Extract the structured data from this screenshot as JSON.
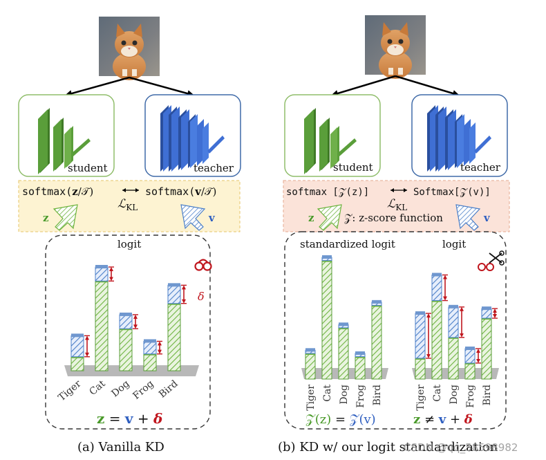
{
  "colors": {
    "student": "#5a9e3a",
    "student_dark": "#3f7a26",
    "teacher": "#3f6fd4",
    "teacher_dark": "#2a4f9e",
    "red": "#c0161e",
    "box_green": "#8fbd6a",
    "box_blue": "#3f6aa8",
    "yellow_bg": "#fdf3d2",
    "pink_bg": "#fbe3d9",
    "hatch_green": "#6db33f",
    "hatch_blue": "#4b7fc8"
  },
  "panel_a": {
    "student_label": "student",
    "teacher_label": "teacher",
    "softmax_student_fn": "softmax(",
    "softmax_student_arg": "z",
    "softmax_student_tail": "/𝒯)",
    "softmax_teacher_fn": "softmax(",
    "softmax_teacher_arg": "v",
    "softmax_teacher_tail": "/𝒯)",
    "loss": "ℒ",
    "loss_sub": "KL",
    "z_label": "z",
    "v_label": "v",
    "chart_title": "logit",
    "delta_label": "δ",
    "equation": {
      "z": "z",
      "eq": " = ",
      "v": "v",
      "plus": " + ",
      "delta": "δ"
    },
    "caption": "(a) Vanilla KD"
  },
  "panel_b": {
    "student_label": "student",
    "teacher_label": "teacher",
    "softmax_student": "softmax [𝒵(z)]",
    "softmax_teacher": "Softmax[𝒵(v)]",
    "loss": "ℒ",
    "loss_sub": "KL",
    "z_label": "z",
    "v_label": "v",
    "zscore_label": "𝒵: z-score function",
    "left_chart_title": "standardized logit",
    "right_chart_title": "logit",
    "equation_left": {
      "zz": "𝒵(z)",
      "eq": " = ",
      "zv": "𝒵(v)"
    },
    "equation_right": {
      "z": "z",
      "neq": " ≠ ",
      "v": "v",
      "plus": " + ",
      "delta": "δ"
    },
    "caption": "(b) KD w/ our logit standardization",
    "watermark": "CSDN @qq_58598982"
  },
  "chart_data": [
    {
      "type": "bar",
      "title": "logit",
      "categories": [
        "Tiger",
        "Cat",
        "Dog",
        "Frog",
        "Bird"
      ],
      "series": [
        {
          "name": "z",
          "values": [
            1.0,
            6.4,
            3.0,
            1.2,
            4.8
          ]
        },
        {
          "name": "v",
          "values": [
            2.5,
            7.4,
            4.0,
            2.1,
            6.1
          ]
        }
      ]
    },
    {
      "type": "bar",
      "title": "standardized logit",
      "categories": [
        "Tiger",
        "Cat",
        "Dog",
        "Frog",
        "Bird"
      ],
      "series": [
        {
          "values": [
            1.6,
            7.4,
            3.2,
            1.4,
            4.6
          ]
        },
        {
          "values": [
            1.8,
            7.6,
            3.4,
            1.6,
            4.8
          ]
        }
      ]
    },
    {
      "type": "bar",
      "title": "logit",
      "categories": [
        "Tiger",
        "Cat",
        "Dog",
        "Frog",
        "Bird"
      ],
      "series": [
        {
          "values": [
            1.3,
            4.9,
            2.6,
            1.0,
            3.8
          ]
        },
        {
          "values": [
            4.1,
            6.5,
            4.5,
            1.9,
            4.4
          ]
        }
      ]
    }
  ]
}
